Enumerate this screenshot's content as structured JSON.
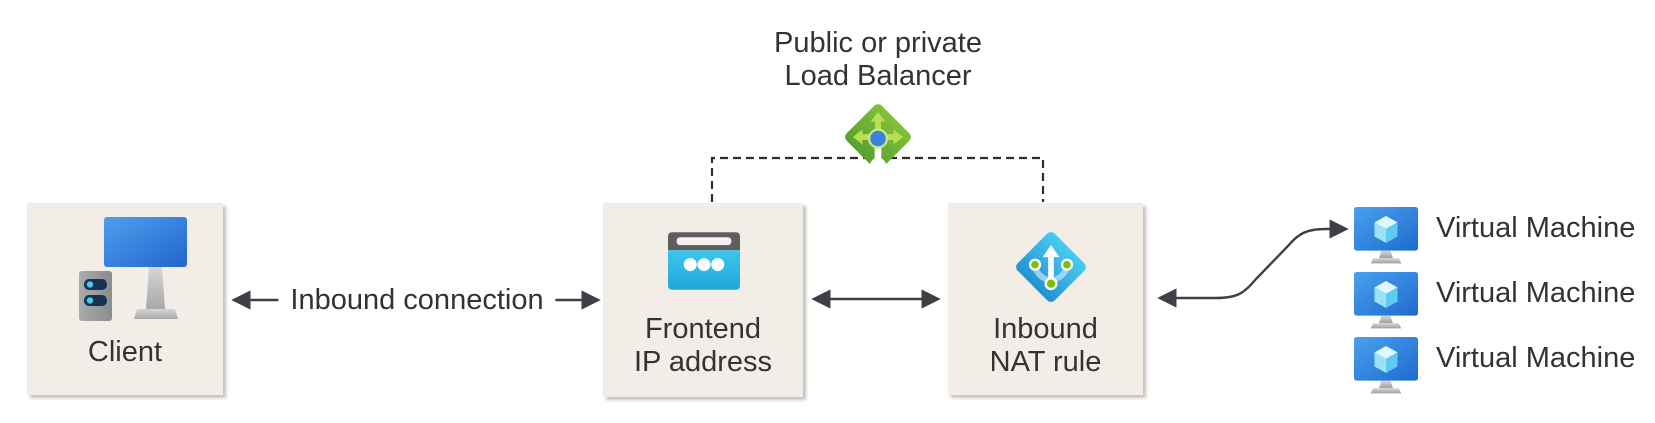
{
  "load_balancer": {
    "label_line1": "Public or private",
    "label_line2": "Load Balancer",
    "icon": "load-balancer-icon"
  },
  "nodes": {
    "client": {
      "label": "Client",
      "icon": "client-computer-icon"
    },
    "frontend": {
      "label_line1": "Frontend",
      "label_line2": "IP address",
      "icon": "ip-address-icon"
    },
    "nat": {
      "label_line1": "Inbound",
      "label_line2": "NAT rule",
      "icon": "nat-rule-icon"
    }
  },
  "connections": {
    "inbound": {
      "label": "Inbound connection",
      "type": "bidirectional-arrow"
    },
    "frontend_to_nat": {
      "type": "bidirectional-arrow"
    },
    "nat_to_vm": {
      "type": "bidirectional-curved-arrow"
    },
    "load_balancer_link": {
      "type": "dashed-bracket"
    }
  },
  "vms": [
    {
      "label": "Virtual Machine",
      "icon": "virtual-machine-icon"
    },
    {
      "label": "Virtual Machine",
      "icon": "virtual-machine-icon"
    },
    {
      "label": "Virtual Machine",
      "icon": "virtual-machine-icon"
    }
  ],
  "colors": {
    "box_background": "#F2EDE7",
    "connector": "#3D4045",
    "text": "#333333",
    "lb_green": "#6FB53A",
    "lb_arrow_green": "#B8DF4E",
    "azure_blue": "#2E7CD6",
    "cyan": "#32BEDD",
    "nat_dot_green": "#7EBE00"
  }
}
